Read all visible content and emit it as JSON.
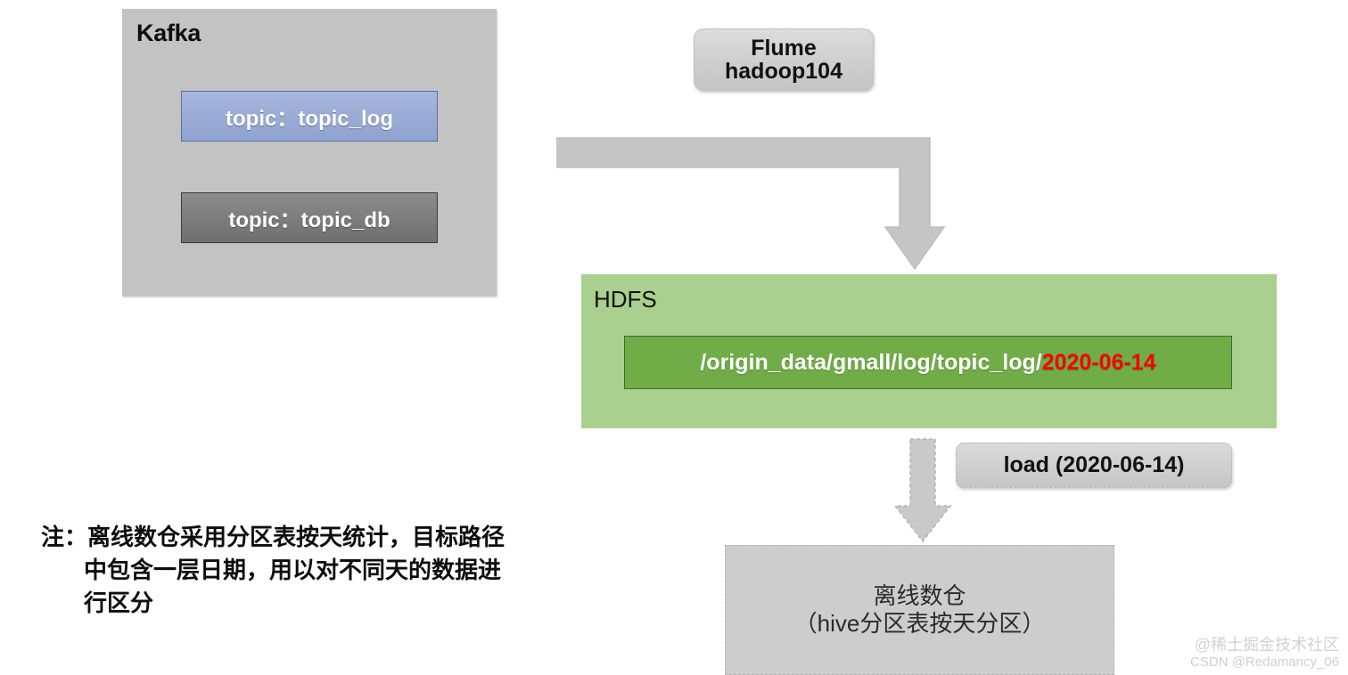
{
  "diagram": {
    "kafka": {
      "title": "Kafka",
      "topics": [
        {
          "label": "topic：topic_log",
          "color": "#9badd6"
        },
        {
          "label": "topic：topic_db",
          "color": "#7f7f7f"
        }
      ]
    },
    "flume": {
      "line1": "Flume",
      "line2": "hadoop104"
    },
    "hdfs": {
      "title": "HDFS",
      "path_prefix": "/origin_data/gmall/log/topic_log/",
      "path_date": "2020-06-14",
      "panel_color": "#a9d08e",
      "inner_color": "#70ad47",
      "date_color": "#ff0000"
    },
    "load_label": "load (2020-06-14)",
    "data_warehouse": {
      "line1": "离线数仓",
      "line2": "（hive分区表按天分区）"
    },
    "note": {
      "line1": "注：离线数仓采用分区表按天统计，目标路径",
      "line2": "中包含一层日期，用以对不同天的数据进",
      "line3": "行区分"
    }
  },
  "watermark": {
    "line1": "@稀土掘金技术社区",
    "line2": "CSDN @Redamancy_06"
  }
}
